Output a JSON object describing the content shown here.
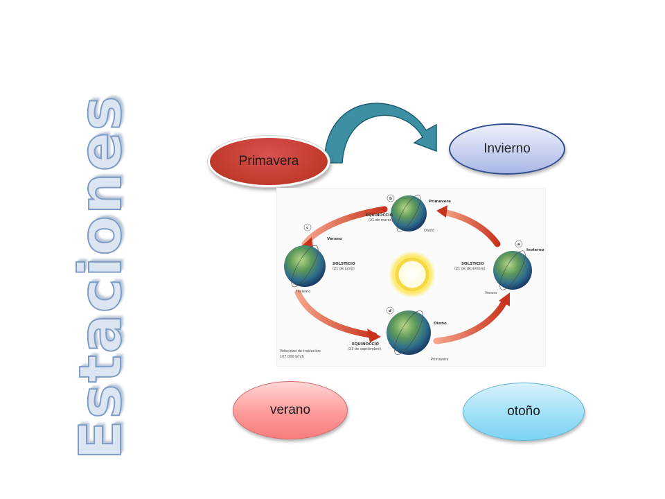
{
  "title": "Estaciones",
  "ovals": {
    "primavera": "Primavera",
    "invierno": "Invierno",
    "verano": "verano",
    "otono": "otoño"
  },
  "orbit_diagram": {
    "markers": [
      "a",
      "b",
      "c",
      "d"
    ],
    "labels": {
      "b_top": "Primavera",
      "b_bottom": "Otoño",
      "b_event": "EQUINOCCIO",
      "b_date": "(21 de marzo)",
      "c_top": "Verano",
      "c_bottom": "Invierno",
      "c_event": "SOLSTICIO",
      "c_date": "(21 de junio)",
      "a_top": "Invierno",
      "a_bottom": "Verano",
      "a_event": "SOLSTICIO",
      "a_date": "(21 de diciembre)",
      "d_top": "Otoño",
      "d_bottom": "Primavera",
      "d_event": "EQUINOCCIO",
      "d_date": "(23 de septiembre)",
      "speed_line1": "Velocidad de traslación:",
      "speed_line2": "107.000 km/h"
    }
  },
  "colors": {
    "primavera": "#c0392b",
    "invierno": "#c8d1f0",
    "verano": "#ff9a9a",
    "otono": "#9fe0f7",
    "arrow": "#3d8fa3",
    "title_fill": "#dce6f2",
    "title_stroke": "#7f9dc4"
  }
}
